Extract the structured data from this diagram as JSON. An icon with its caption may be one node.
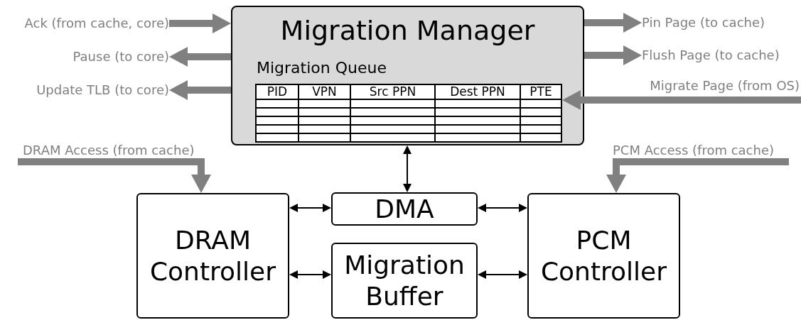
{
  "diagram": {
    "nodes": [
      {
        "text": [
          "Migration Manager"
        ]
      },
      {
        "text": [
          "Migration Queue"
        ],
        "in": 0
      },
      {
        "text": [
          "Ack (from cache, core)"
        ]
      },
      {
        "text": [
          "Pause (to core)"
        ]
      },
      {
        "text": [
          "Update TLB (to core)"
        ]
      },
      {
        "text": [
          "Pin Page (to cache)"
        ]
      },
      {
        "text": [
          "Flush Page (to cache)"
        ]
      },
      {
        "text": [
          "DRAM Controller"
        ]
      },
      {
        "text": [
          "DMA"
        ]
      },
      {
        "text": [
          "Migration Buffer"
        ]
      },
      {
        "text": [
          "PCM Controller"
        ]
      }
    ],
    "edges": [
      {
        "from": 2,
        "to": 0,
        "arrow": "to"
      },
      {
        "from": 0,
        "to": 3,
        "arrow": "to"
      },
      {
        "from": 0,
        "to": 4,
        "arrow": "to"
      },
      {
        "from": 0,
        "to": 5,
        "arrow": "to"
      },
      {
        "from": 0,
        "to": 6,
        "arrow": "to"
      },
      {
        "from": null,
        "to": 1,
        "arrow": "to",
        "label": "Migrate Page (from OS)"
      },
      {
        "from": null,
        "to": 7,
        "arrow": "to",
        "label": "DRAM Access (from cache)"
      },
      {
        "from": null,
        "to": 10,
        "arrow": "to",
        "label": "PCM Access (from cache)"
      },
      {
        "from": 0,
        "to": 8,
        "arrow": "both",
        "color": "#000000"
      },
      {
        "from": 7,
        "to": 8,
        "arrow": "both",
        "color": "#000000"
      },
      {
        "from": 7,
        "to": 9,
        "arrow": "both",
        "color": "#000000"
      },
      {
        "from": 8,
        "to": 10,
        "arrow": "both",
        "color": "#000000"
      },
      {
        "from": 9,
        "to": 10,
        "arrow": "both",
        "color": "#000000"
      }
    ],
    "labels": [
      "PID",
      "VPN",
      "Src PPN",
      "Dest PPN",
      "PTE"
    ]
  }
}
